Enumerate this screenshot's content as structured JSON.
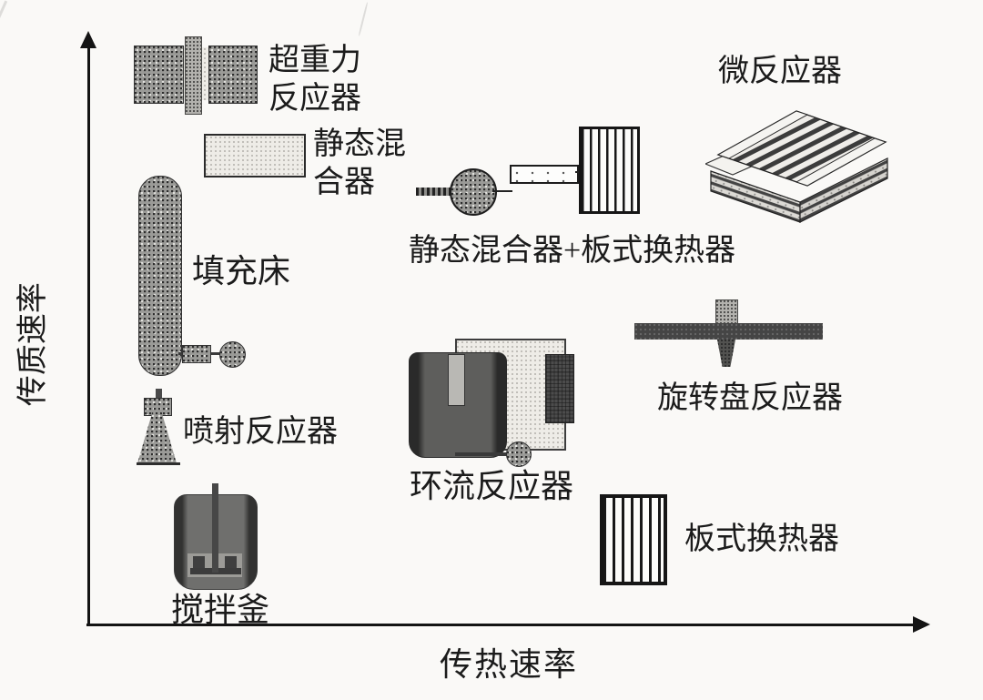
{
  "figure": {
    "x_axis_label": "传热速率",
    "y_axis_label": "传质速率"
  },
  "items": [
    {
      "id": "higee-reactor",
      "label": "超重力\n反应器"
    },
    {
      "id": "microreactor",
      "label": "微反应器"
    },
    {
      "id": "static-mixer",
      "label": "静态混\n合器"
    },
    {
      "id": "packed-bed",
      "label": "填充床"
    },
    {
      "id": "static-mixer-plate-heat-exchanger",
      "label": "静态混合器+板式换热器"
    },
    {
      "id": "spinning-disc-reactor",
      "label": "旋转盘反应器"
    },
    {
      "id": "loop-reactor",
      "label": "环流反应器"
    },
    {
      "id": "jet-reactor",
      "label": "喷射反应器"
    },
    {
      "id": "stirred-tank",
      "label": "搅拌釜"
    },
    {
      "id": "plate-heat-exchanger",
      "label": "板式换热器"
    }
  ],
  "colors": {
    "background": "#faf9f7",
    "ink": "#1b1b1b",
    "dark_gray_fill": "#474747",
    "mid_gray_fill": "#6f6f6f",
    "light_speckle": "#eeece7"
  }
}
